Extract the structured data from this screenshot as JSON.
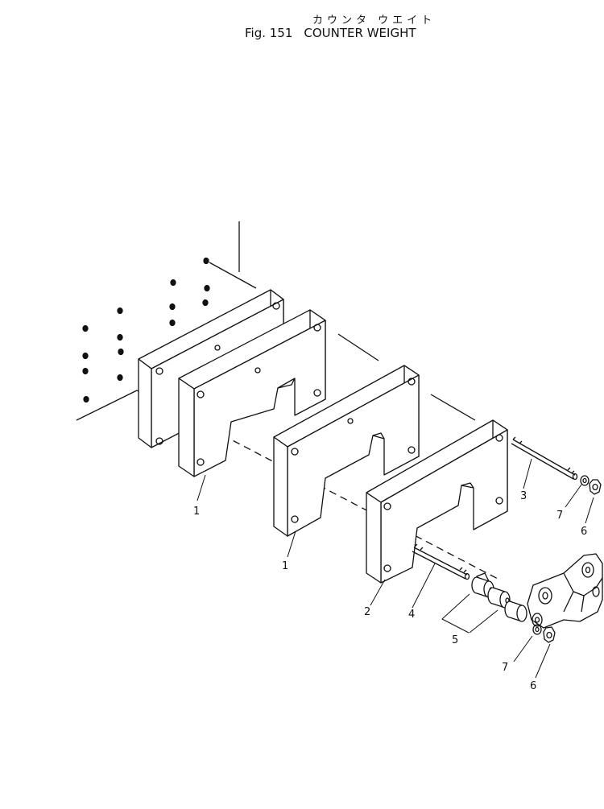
{
  "header": {
    "title_jp": "カウンタ ウエイト",
    "fig_label": "Fig. 151",
    "title_en": "COUNTER WEIGHT"
  },
  "callouts": {
    "c1a": "1",
    "c1b": "1",
    "c2": "2",
    "c3": "3",
    "c4": "4",
    "c5": "5",
    "c6a": "6",
    "c6b": "6",
    "c7a": "7",
    "c7b": "7"
  },
  "colors": {
    "ink": "#111111",
    "paper": "#ffffff"
  }
}
